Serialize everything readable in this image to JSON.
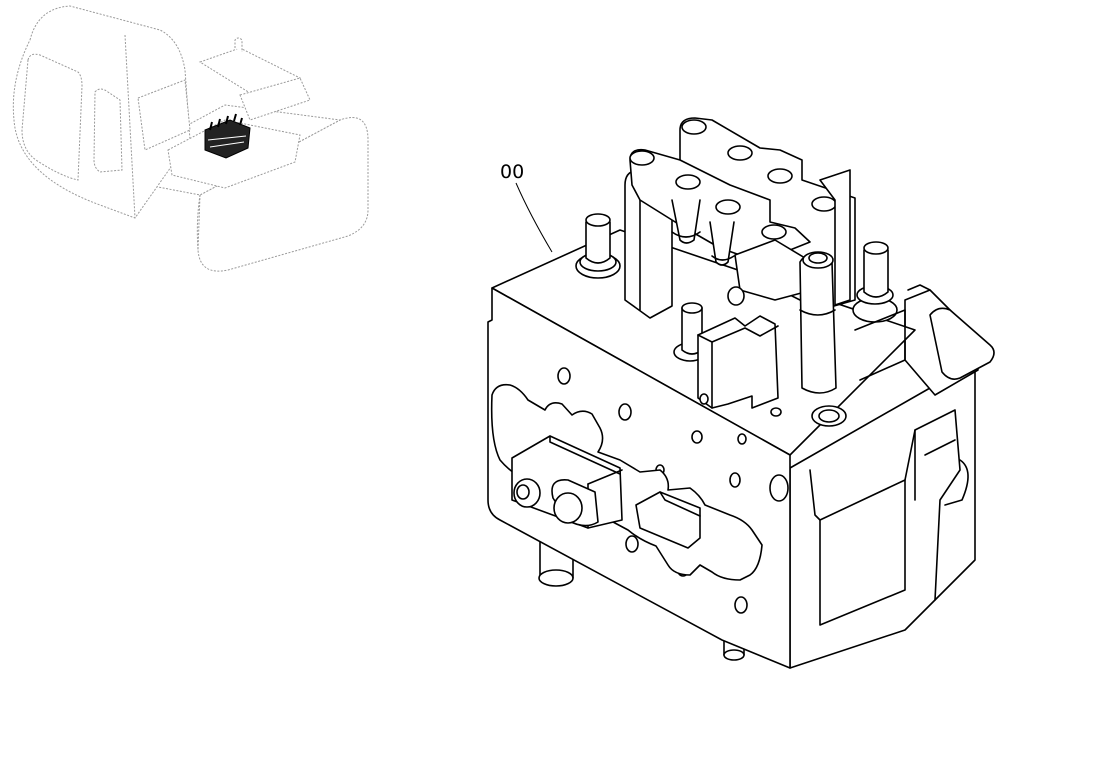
{
  "diagram": {
    "callout": {
      "label": "00"
    },
    "parts": {
      "locator_view": "excavator-upper-structure",
      "main_part": "control-valve-assembly"
    },
    "colors": {
      "line": "#000000",
      "ghost_line": "#9a9a9a",
      "background": "#ffffff"
    }
  }
}
